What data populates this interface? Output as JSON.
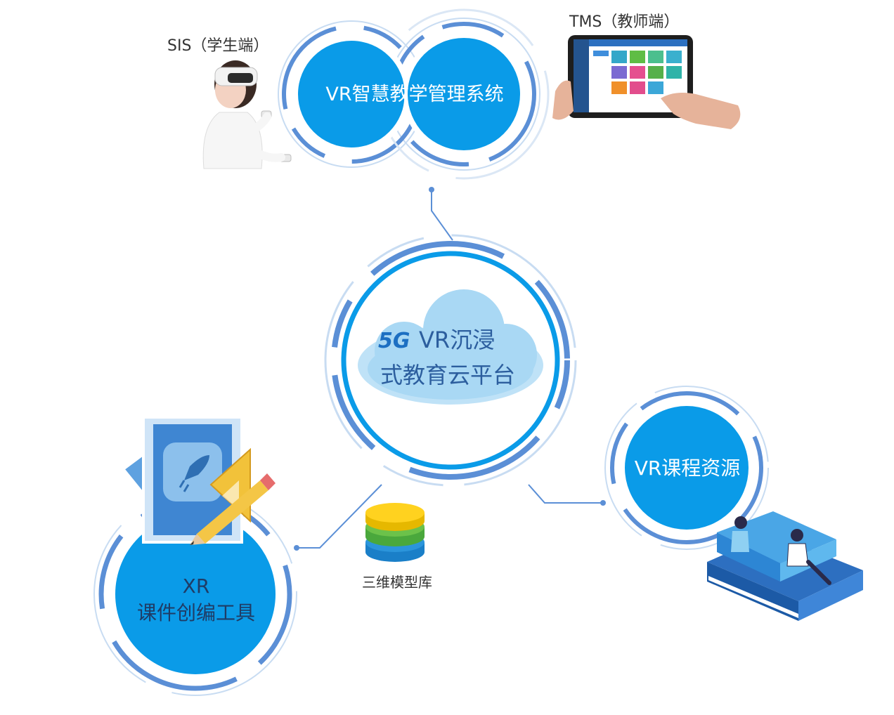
{
  "top_system": {
    "title": "VR智慧教学管理系统",
    "student_end": "SIS（学生端）",
    "teacher_end": "TMS（教师端）"
  },
  "center_platform": {
    "badge": "5G",
    "line1": "VR沉浸",
    "line2": "式教育云平台"
  },
  "left_tool": {
    "line1": "XR",
    "line2": "课件创编工具"
  },
  "right_resource": {
    "title": "VR课程资源"
  },
  "model_library": {
    "label": "三维模型库"
  },
  "colors": {
    "primary_blue": "#0a9be8",
    "ring_blue": "#5b8fd6",
    "ring_light": "#c8dcf2",
    "cloud_blue": "#7fc8f2",
    "badge_orange": "#f18d1e",
    "badge_blue": "#1c6fc2"
  },
  "icons": {
    "vr_headset": "vr-headset-user-icon",
    "tablet": "tablet-with-hand-icon",
    "design_tool": "blueprint-rocket-ruler-pencil-icon",
    "database": "layered-database-icon",
    "books": "books-with-readers-icon",
    "cloud": "cloud-icon"
  }
}
